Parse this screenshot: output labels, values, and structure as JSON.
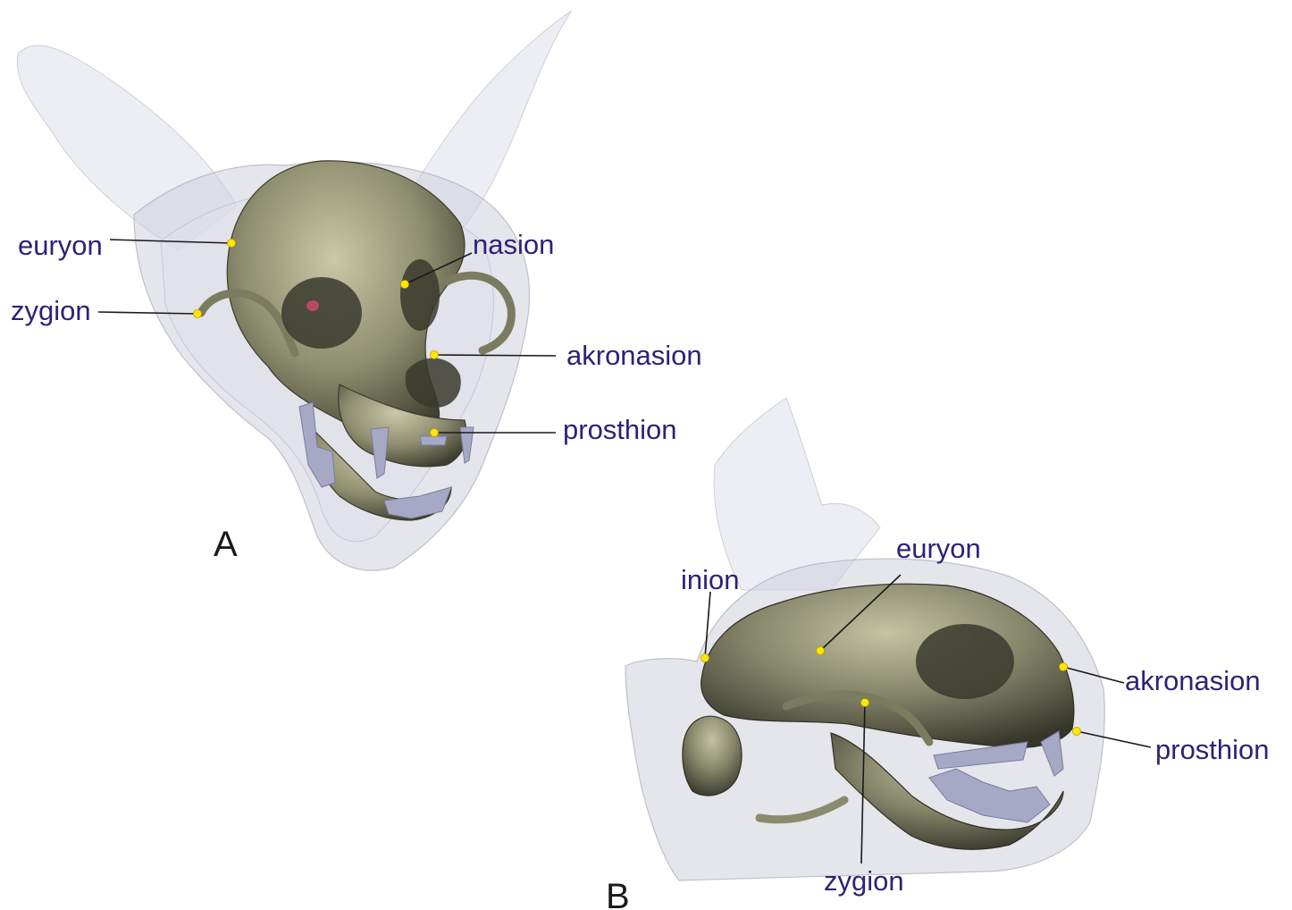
{
  "figure": {
    "panels": [
      {
        "id": "A",
        "label": "A",
        "landmarks": [
          {
            "name": "euryon",
            "label": "euryon"
          },
          {
            "name": "nasion",
            "label": "nasion"
          },
          {
            "name": "zygion",
            "label": "zygion"
          },
          {
            "name": "akronasion",
            "label": "akronasion"
          },
          {
            "name": "prosthion",
            "label": "prosthion"
          }
        ]
      },
      {
        "id": "B",
        "label": "B",
        "landmarks": [
          {
            "name": "euryon",
            "label": "euryon"
          },
          {
            "name": "inion",
            "label": "inion"
          },
          {
            "name": "akronasion",
            "label": "akronasion"
          },
          {
            "name": "prosthion",
            "label": "prosthion"
          },
          {
            "name": "zygion",
            "label": "zygion"
          }
        ]
      }
    ],
    "colors": {
      "label_text": "#2b2378",
      "landmark_dot": "#ffe600",
      "bone": "#8e8e70",
      "soft_tissue": "#cfd0dc",
      "teeth": "#a7a8c6"
    }
  }
}
